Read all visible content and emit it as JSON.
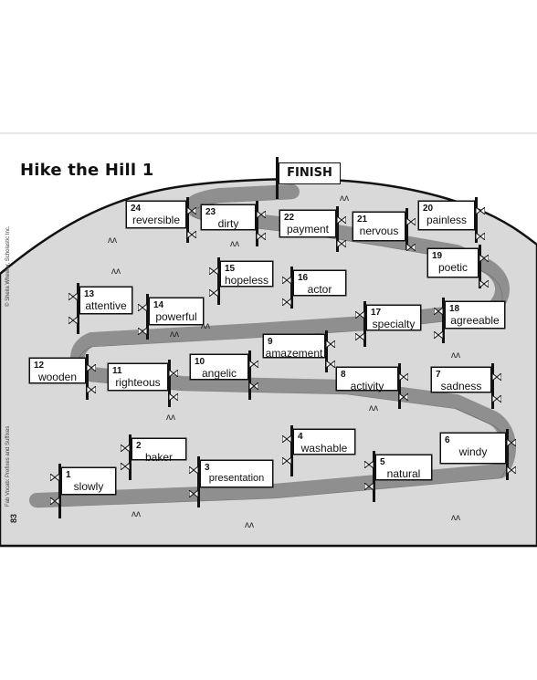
{
  "title": "Hike the Hill 1",
  "finish": "FINISH",
  "side_text": {
    "copyright": "© Sheila Wheeler, Scholastic Inc.",
    "book": "Fab Vocab: Prefixes and Suffixes",
    "page": "83"
  },
  "colors": {
    "hill": "#d9d9d9",
    "trail": "#8f8f8f",
    "outline": "#111111"
  },
  "spaces": [
    {
      "n": "1",
      "word": "slowly"
    },
    {
      "n": "2",
      "word": "baker"
    },
    {
      "n": "3",
      "word": "presentation"
    },
    {
      "n": "4",
      "word": "washable"
    },
    {
      "n": "5",
      "word": "natural"
    },
    {
      "n": "6",
      "word": "windy"
    },
    {
      "n": "7",
      "word": "sadness"
    },
    {
      "n": "8",
      "word": "activity"
    },
    {
      "n": "9",
      "word": "amazement"
    },
    {
      "n": "10",
      "word": "angelic"
    },
    {
      "n": "11",
      "word": "righteous"
    },
    {
      "n": "12",
      "word": "wooden"
    },
    {
      "n": "13",
      "word": "attentive"
    },
    {
      "n": "14",
      "word": "powerful"
    },
    {
      "n": "15",
      "word": "hopeless"
    },
    {
      "n": "16",
      "word": "actor"
    },
    {
      "n": "17",
      "word": "specialty"
    },
    {
      "n": "18",
      "word": "agreeable"
    },
    {
      "n": "19",
      "word": "poetic"
    },
    {
      "n": "20",
      "word": "painless"
    },
    {
      "n": "21",
      "word": "nervous"
    },
    {
      "n": "22",
      "word": "payment"
    },
    {
      "n": "23",
      "word": "dirty"
    },
    {
      "n": "24",
      "word": "reversible"
    }
  ]
}
